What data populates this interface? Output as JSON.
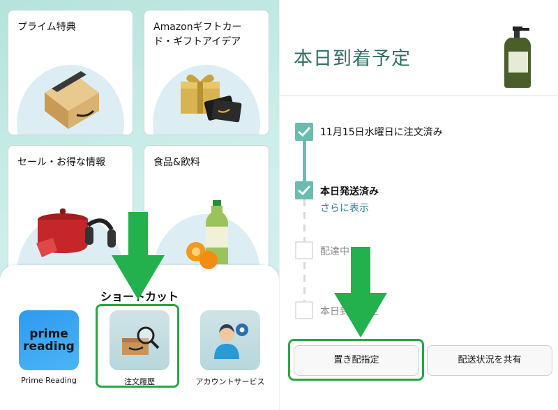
{
  "left": {
    "cards": [
      {
        "title": "プライム特典"
      },
      {
        "title": "Amazonギフトカー\nド・ギフトアイデア"
      },
      {
        "title": "セール・お得な情報"
      },
      {
        "title": "食品&飲料"
      }
    ],
    "shortcuts": {
      "title": "ショートカット",
      "items": [
        {
          "label": "Prime Reading",
          "tile_text": "prime\nreading"
        },
        {
          "label": "注文履歴"
        },
        {
          "label": "アカウントサービス"
        }
      ]
    },
    "colors": {
      "highlight": "#28a745",
      "arrow": "#22b14c"
    }
  },
  "right": {
    "arrival_title": "本日到着予定",
    "timeline": [
      {
        "label": "11月15日水曜日に注文済み",
        "state": "done"
      },
      {
        "label": "本日発送済み",
        "state": "done",
        "link": "さらに表示"
      },
      {
        "label": "配達中",
        "state": "pending"
      },
      {
        "label": "本日到着予定",
        "state": "pending"
      }
    ],
    "buttons": {
      "okihai": "置き配指定",
      "share": "配送状況を共有"
    },
    "colors": {
      "title": "#2f6f67",
      "accent": "#6bbcb0",
      "link": "#2a7c94"
    }
  }
}
